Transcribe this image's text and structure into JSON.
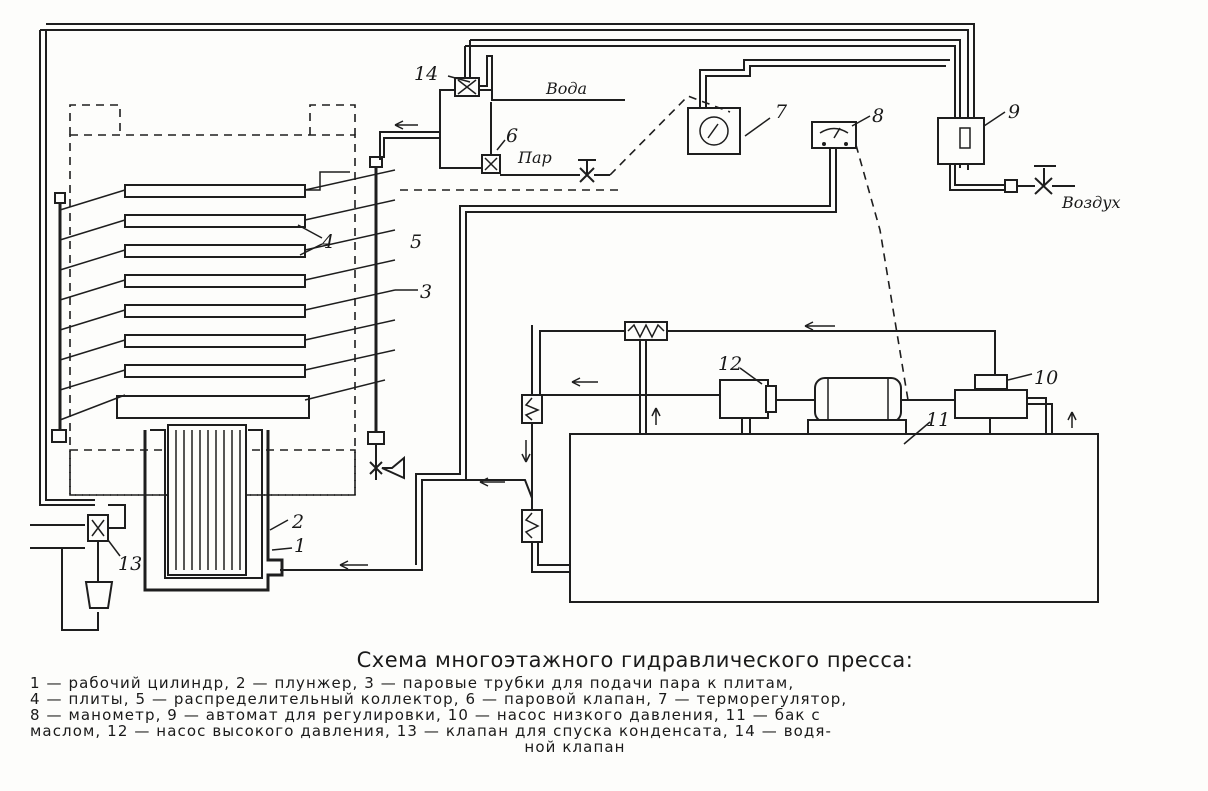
{
  "labels": {
    "l1": "1",
    "l2": "2",
    "l3": "3",
    "l4": "4",
    "l5": "5",
    "l6": "6",
    "l7": "7",
    "l8": "8",
    "l9": "9",
    "l10": "10",
    "l11": "11",
    "l12": "12",
    "l13": "13",
    "l14": "14",
    "water": "Вода",
    "steam": "Пар",
    "air": "Воздух"
  },
  "caption": {
    "title": "Схема многоэтажного гидравлического пресса:",
    "lines": [
      "1 — рабочий цилиндр, 2 — плунжер, 3 — паровые трубки для подачи пара к плитам,",
      "4 — плиты, 5 — распределительный коллектор, 6 — паровой клапан, 7 — терморегулятор,",
      "8 — манометр, 9 — автомат для регулировки, 10 — насос низкого давления, 11 — бак с",
      "маслом, 12 — насос высокого давления, 13 — клапан для спуска конденсата, 14 — водя-",
      "ной клапан"
    ]
  }
}
